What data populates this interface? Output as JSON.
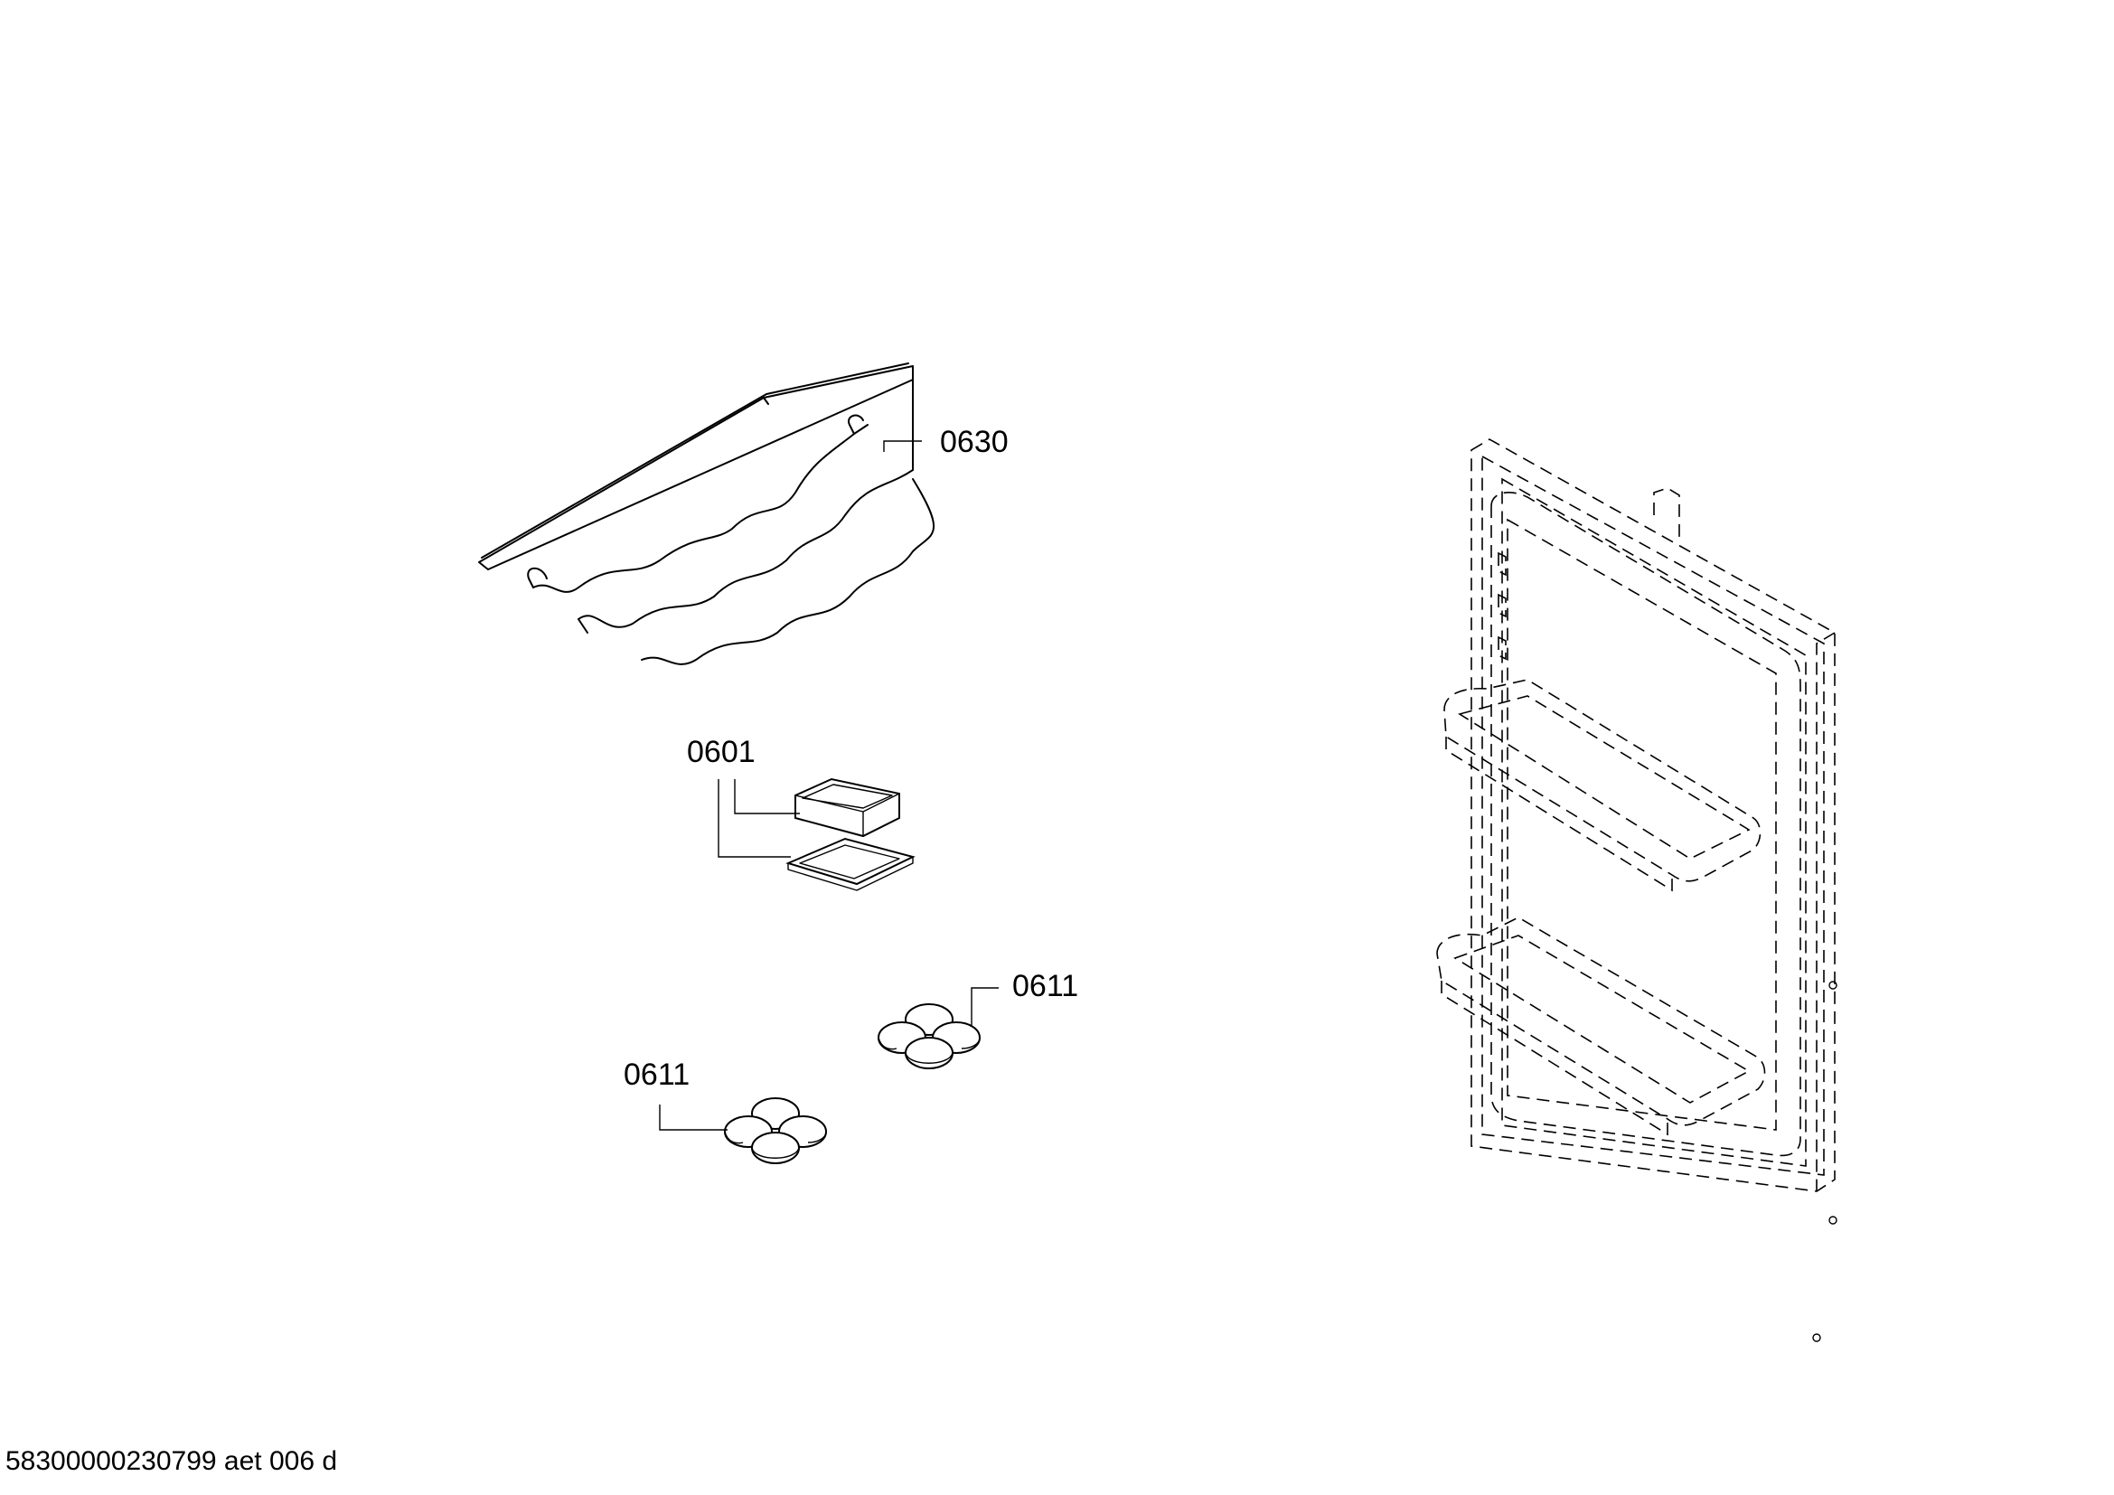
{
  "labels": {
    "wine_rack": "0630",
    "butter_dish": "0601",
    "egg_tray_right": "0611",
    "egg_tray_left": "0611"
  },
  "footer": {
    "drawing_code": "58300000230799 aet 006 d"
  },
  "colors": {
    "line": "#000000",
    "background": "#ffffff"
  }
}
